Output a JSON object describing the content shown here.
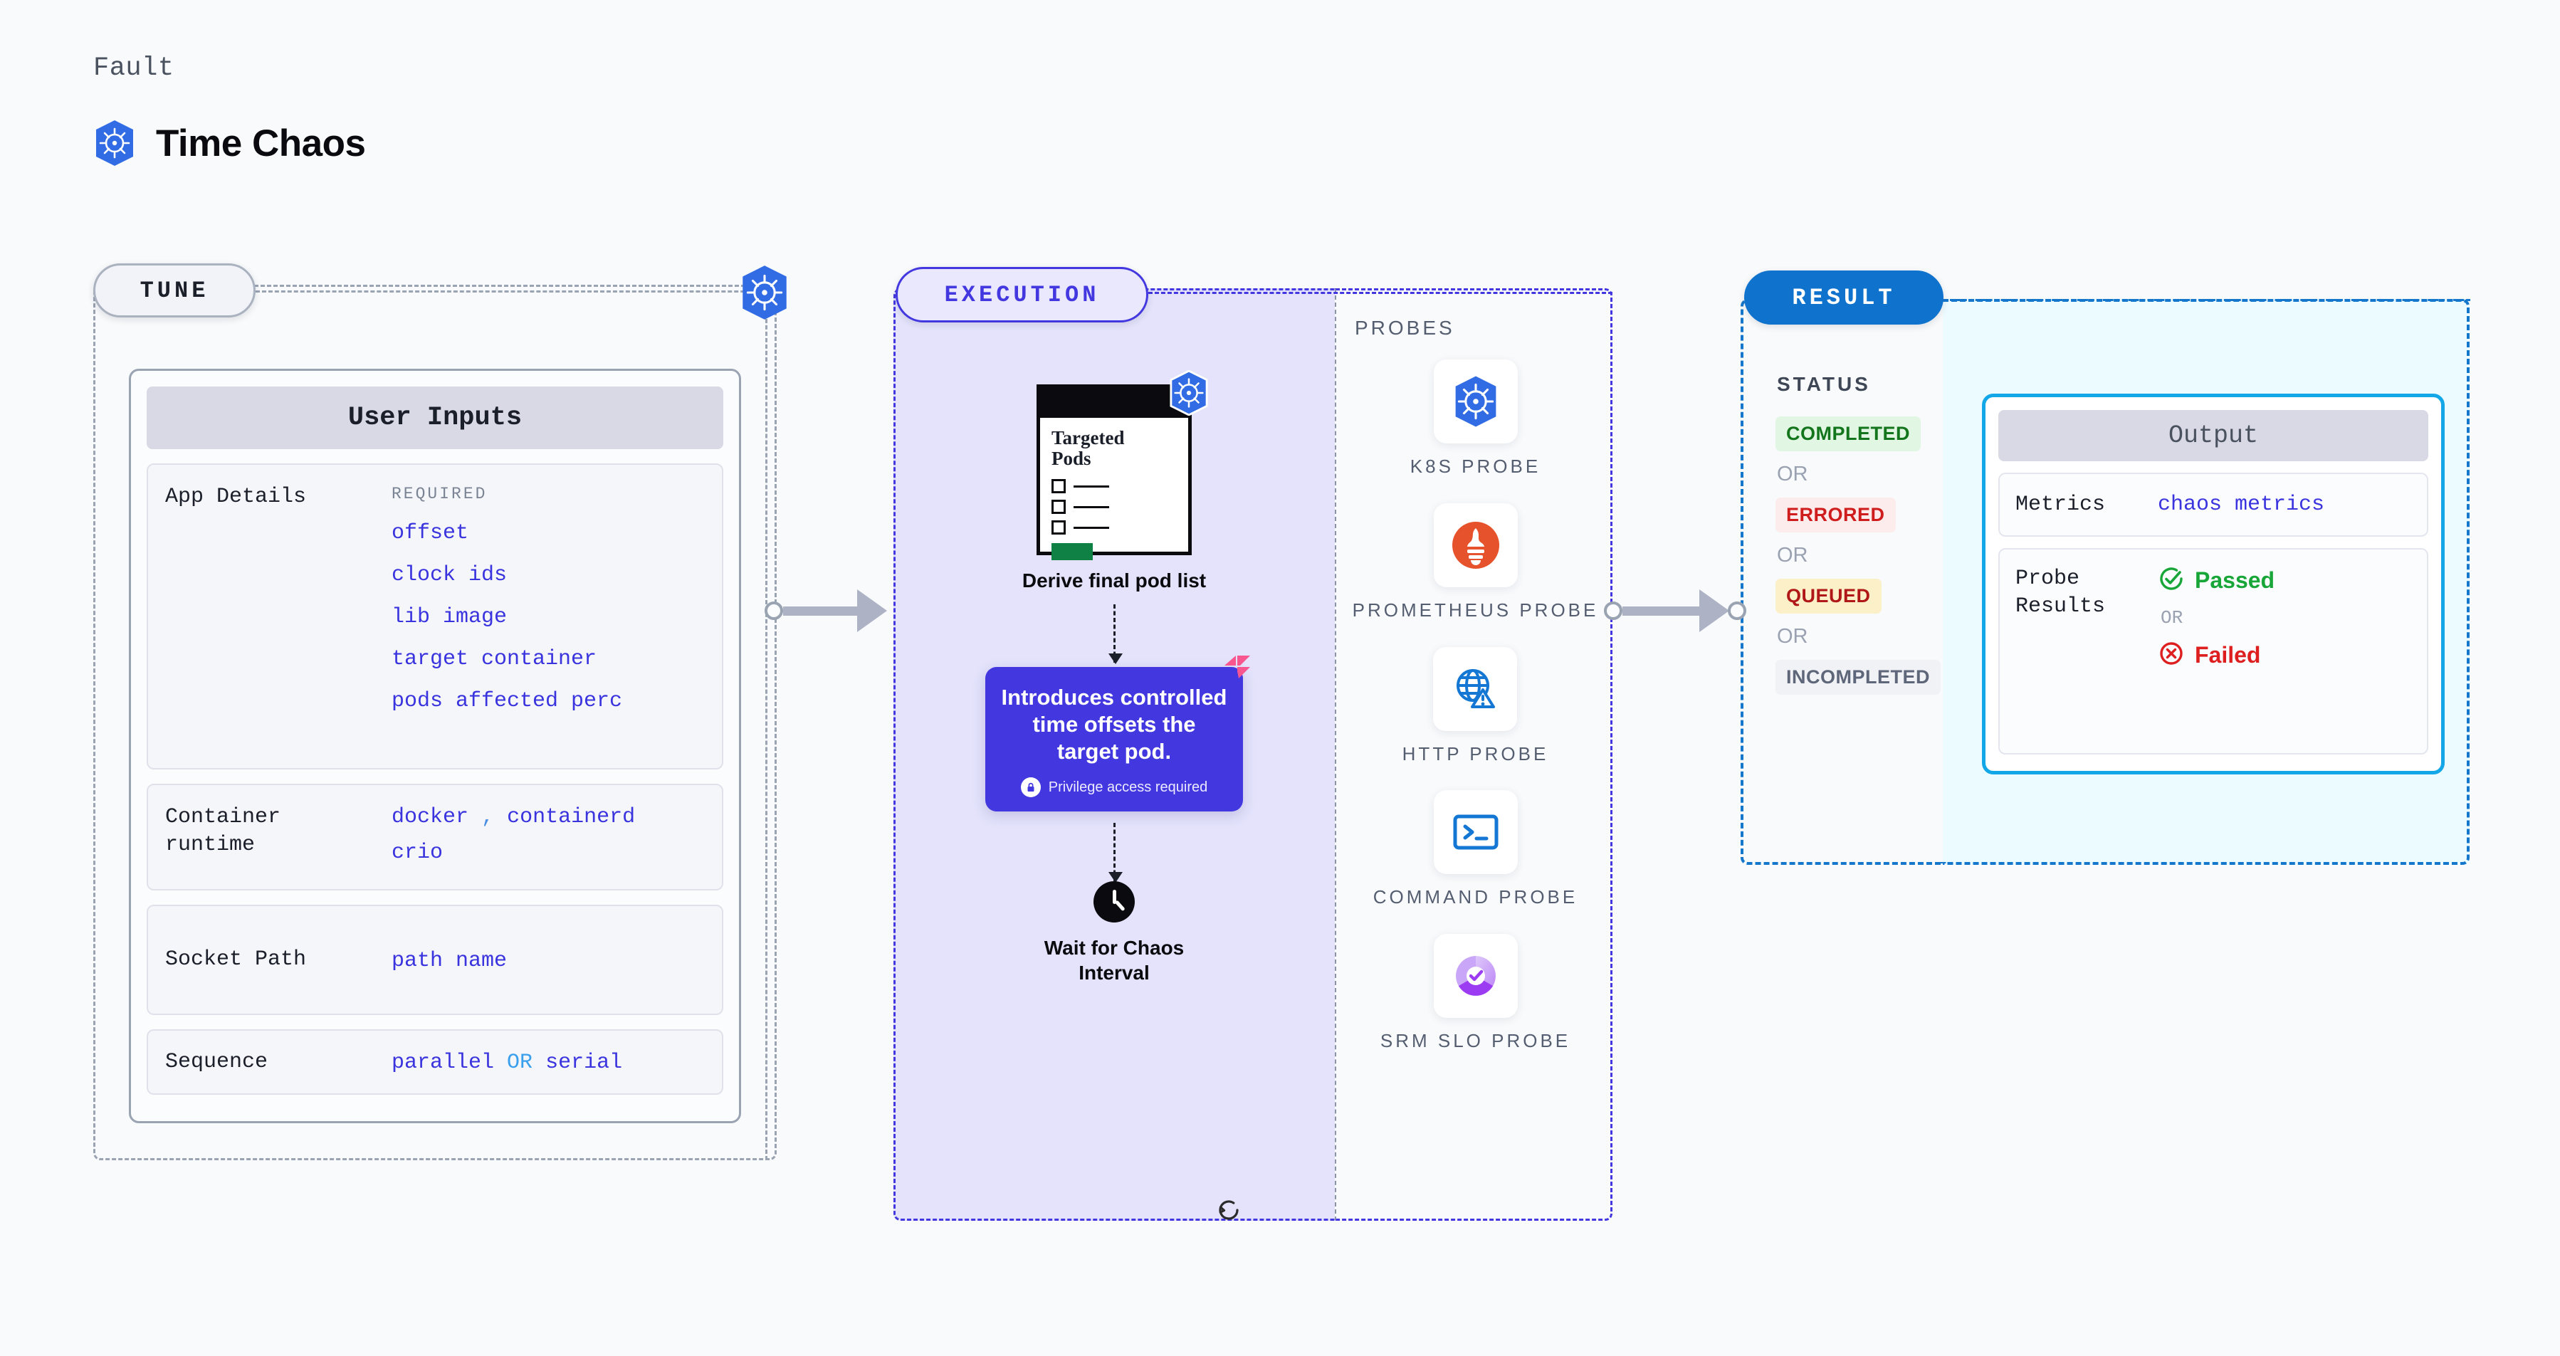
{
  "header": {
    "eyebrow": "Fault",
    "title": "Time Chaos",
    "icon": "kubernetes-icon"
  },
  "stages": {
    "tune": {
      "pill": "TUNE"
    },
    "execution": {
      "pill": "EXECUTION"
    },
    "result": {
      "pill": "RESULT"
    }
  },
  "tune": {
    "card_title": "User Inputs",
    "rows": [
      {
        "label": "App Details",
        "required_tag": "REQUIRED",
        "values": [
          "offset",
          "clock ids",
          "lib image",
          "target container",
          "pods affected perc"
        ]
      },
      {
        "label": "Container runtime",
        "value_line_1_a": "docker",
        "value_line_1_sep": ",",
        "value_line_1_b": "containerd",
        "value_line_2": "crio"
      },
      {
        "label": "Socket Path",
        "value": "path name"
      },
      {
        "label": "Sequence",
        "value_a": "parallel",
        "value_or": "OR",
        "value_b": "serial"
      }
    ]
  },
  "execution": {
    "pods_card": {
      "title_line_1": "Targeted",
      "title_line_2": "Pods",
      "badge_icon": "kubernetes-icon"
    },
    "step_1_caption": "Derive final pod list",
    "tooltip": {
      "text": "Introduces controlled time offsets the target pod.",
      "note": "Privilege access required",
      "note_icon": "lock-icon",
      "flag_icon": "harness-flag-icon",
      "refresh_icon": "refresh-icon",
      "background": "#4338e0"
    },
    "step_2_icon": "clock-icon",
    "step_2_caption_line_1": "Wait for Chaos",
    "step_2_caption_line_2": "Interval"
  },
  "probes": {
    "title": "PROBES",
    "items": [
      {
        "icon": "kubernetes-icon",
        "label": "K8S PROBE"
      },
      {
        "icon": "prometheus-icon",
        "label": "PROMETHEUS PROBE"
      },
      {
        "icon": "http-globe-warning-icon",
        "label": "HTTP PROBE"
      },
      {
        "icon": "terminal-icon",
        "label": "COMMAND PROBE"
      },
      {
        "icon": "srm-slo-donut-icon",
        "label": "SRM SLO PROBE"
      }
    ]
  },
  "result": {
    "status_title": "STATUS",
    "or_label": "OR",
    "statuses": [
      {
        "label": "COMPLETED",
        "tone": "completed"
      },
      {
        "label": "ERRORED",
        "tone": "errored"
      },
      {
        "label": "QUEUED",
        "tone": "queued"
      },
      {
        "label": "INCOMPLETED",
        "tone": "incompleted"
      }
    ]
  },
  "output": {
    "card_title": "Output",
    "metrics_label": "Metrics",
    "metrics_value": "chaos metrics",
    "probe_results_label": "Probe Results",
    "passed_label": "Passed",
    "failed_label": "Failed",
    "or_label": "OR",
    "passed_icon": "check-circle-icon",
    "failed_icon": "x-circle-icon"
  },
  "colors": {
    "page_bg": "#f8fafc",
    "accent_purple": "#4338e0",
    "accent_blue": "#0f73cd",
    "accent_cyan": "#13a7e8",
    "k8s_blue": "#326ce5",
    "value_text": "#3a34de",
    "success": "#17a637",
    "danger": "#dd1f1f"
  }
}
